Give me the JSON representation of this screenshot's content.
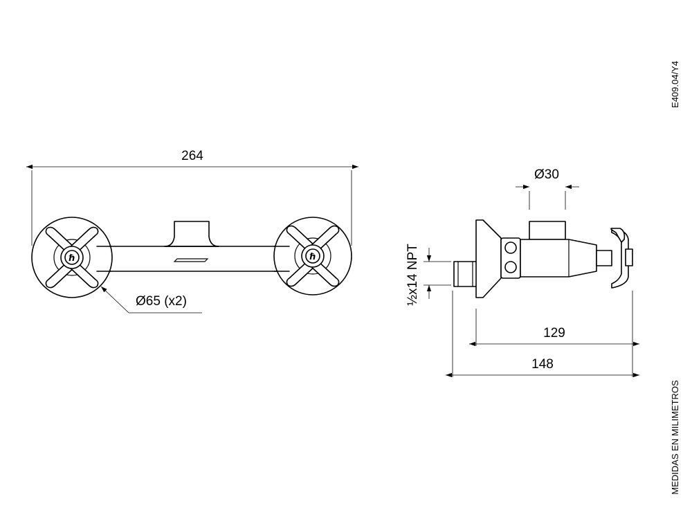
{
  "dimensions": {
    "overall_width": "264",
    "rosette_diameter": "Ø65 (x2)",
    "outlet_diameter": "Ø30",
    "thread": "½x14 NPT",
    "depth_body": "129",
    "depth_total": "148"
  },
  "drawing_code": "E409.04/Y4",
  "units_note": "MEDIDAS EN MILIMETROS"
}
